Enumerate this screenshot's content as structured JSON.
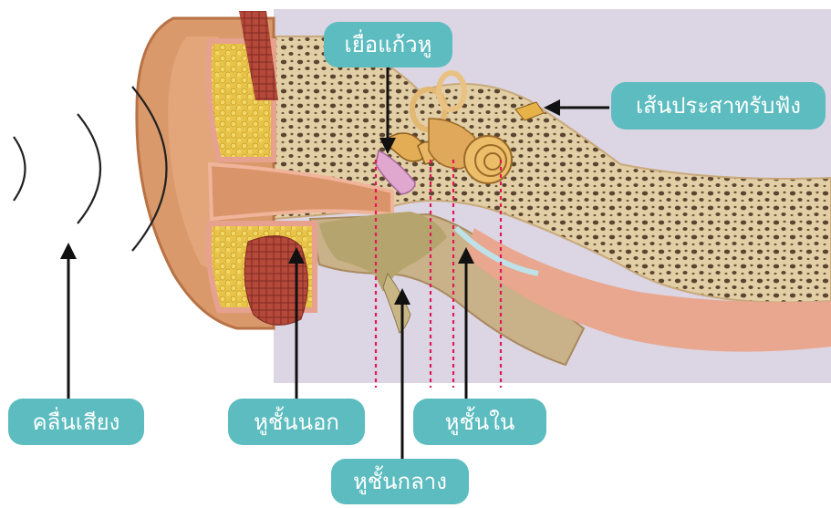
{
  "labels": {
    "eardrum": "เยื่อแก้วหู",
    "auditory_nerve": "เส้นประสาทรับฟัง",
    "sound_wave": "คลื่นเสียง",
    "outer_ear": "หูชั้นนอก",
    "inner_ear": "หูชั้นใน",
    "middle_ear": "หูชั้นกลาง"
  },
  "colors": {
    "label_bg": "#5cbcbf",
    "label_text": "#ffffff",
    "divider": "#e0195a",
    "arrow": "#111111",
    "skin": "#d99a6a",
    "bone": "#d8c29a",
    "fat": "#e6c13a",
    "sky": "#d9d3e2"
  }
}
